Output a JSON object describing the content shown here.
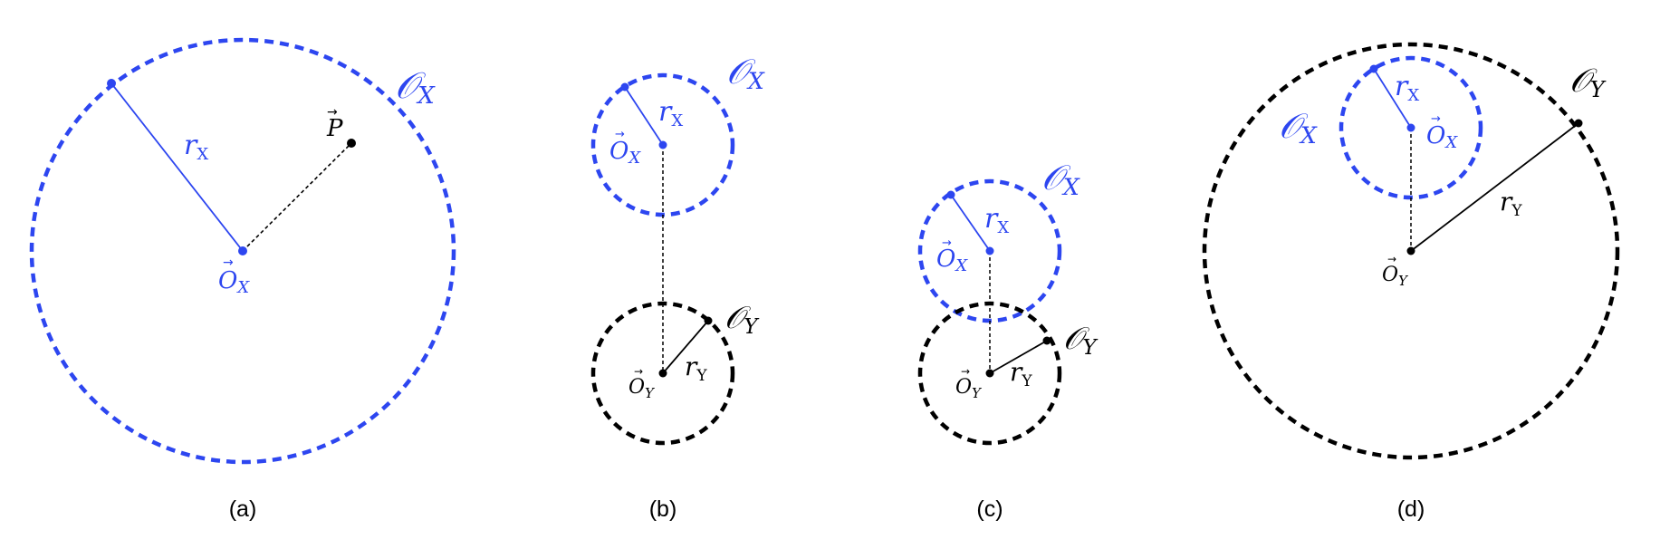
{
  "colors": {
    "blue": "#2d46f0",
    "black": "#000000"
  },
  "panels": [
    {
      "caption": "(a)",
      "circle_x_label": "𝒪",
      "circle_x_sub": "X",
      "radius_x_label": "r",
      "radius_x_sub": "X",
      "center_x_label": "O",
      "center_x_sub": "X",
      "point_label": "P"
    },
    {
      "caption": "(b)",
      "circle_x_label": "𝒪",
      "circle_x_sub": "X",
      "radius_x_label": "r",
      "radius_x_sub": "X",
      "center_x_label": "O",
      "center_x_sub": "X",
      "circle_y_label": "𝒪",
      "circle_y_sub": "Y",
      "radius_y_label": "r",
      "radius_y_sub": "Y",
      "center_y_label": "O",
      "center_y_sub": "Y"
    },
    {
      "caption": "(c)",
      "circle_x_label": "𝒪",
      "circle_x_sub": "X",
      "radius_x_label": "r",
      "radius_x_sub": "X",
      "center_x_label": "O",
      "center_x_sub": "X",
      "circle_y_label": "𝒪",
      "circle_y_sub": "Y",
      "radius_y_label": "r",
      "radius_y_sub": "Y",
      "center_y_label": "O",
      "center_y_sub": "Y"
    },
    {
      "caption": "(d)",
      "circle_x_label": "𝒪",
      "circle_x_sub": "X",
      "radius_x_label": "r",
      "radius_x_sub": "X",
      "center_x_label": "O",
      "center_x_sub": "X",
      "circle_y_label": "𝒪",
      "circle_y_sub": "Y",
      "radius_y_label": "r",
      "radius_y_sub": "Y",
      "center_y_label": "O",
      "center_y_sub": "Y"
    }
  ]
}
